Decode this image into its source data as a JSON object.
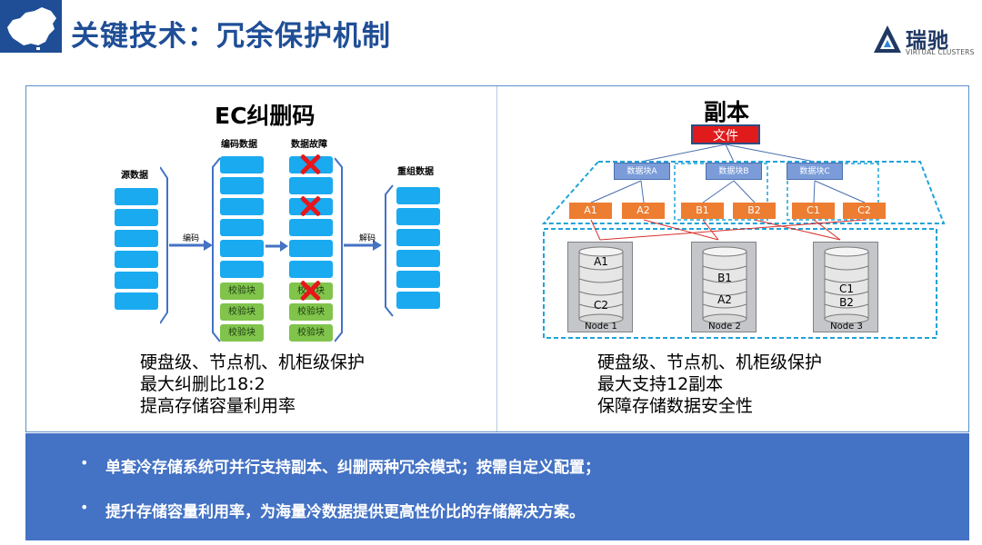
{
  "header": {
    "title": "关键技术：冗余保护机制",
    "brand_name": "瑞驰",
    "brand_sub": "VIRTUAL CLUSTERS"
  },
  "ec": {
    "title": "EC纠删码",
    "source_label": "源数据",
    "encoded_label": "编码数据",
    "failure_label": "数据故障",
    "rebuilt_label": "重组数据",
    "encode_arrow": "编码",
    "decode_arrow": "解码",
    "check_label": "校验块",
    "desc": [
      "硬盘级、节点机、机柜级保护",
      "最大纠删比18:2",
      "提高存储容量利用率"
    ]
  },
  "replica": {
    "title": "副本",
    "file_label": "文件",
    "blocks": [
      "数据块A",
      "数据块B",
      "数据块C"
    ],
    "replicas": [
      "A1",
      "A2",
      "B1",
      "B2",
      "C1",
      "C2"
    ],
    "nodes": [
      {
        "name": "Node 1",
        "top": "A1",
        "bottom": "C2"
      },
      {
        "name": "Node 2",
        "top": "B1",
        "bottom": "A2"
      },
      {
        "name": "Node 3",
        "top": "C1",
        "bottom": "B2"
      }
    ],
    "desc": [
      "硬盘级、节点机、机柜级保护",
      "最大支持12副本",
      "保障存储数据安全性"
    ]
  },
  "banner": {
    "bullets": [
      "单套冷存储系统可并行支持副本、纠删两种冗余模式；按需自定义配置；",
      "提升存储容量利用率，为海量冷数据提供更高性价比的存储解决方案。"
    ]
  },
  "colors": {
    "title": "#1f4e96",
    "data_block": "#1aaaf0",
    "check_block": "#80c44c",
    "failure_mark": "#e8161b",
    "replica_block": "#ed7d31",
    "banner": "#4472c4"
  }
}
